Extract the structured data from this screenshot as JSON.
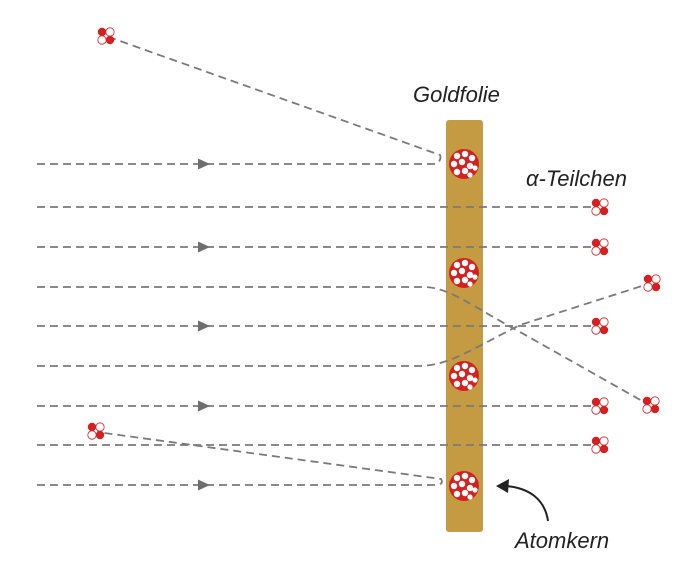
{
  "labels": {
    "foil": "Goldfolie",
    "alpha_particles": "α-Teilchen",
    "nucleus": "Atomkern"
  },
  "colors": {
    "foil": "#c49a42",
    "path": "#7a7a7a",
    "arrow": "#6e6e6e",
    "particle_red": "#d42020",
    "particle_white": "#ffffff",
    "nucleus_red": "#d42020",
    "text": "#222222",
    "background": "#ffffff"
  },
  "icons": {
    "alpha_particle": "alpha-particle-icon",
    "nucleus": "atomic-nucleus-icon",
    "direction_arrow": "arrowhead-icon",
    "pointer_arrow": "curved-pointer-arrow-icon"
  }
}
